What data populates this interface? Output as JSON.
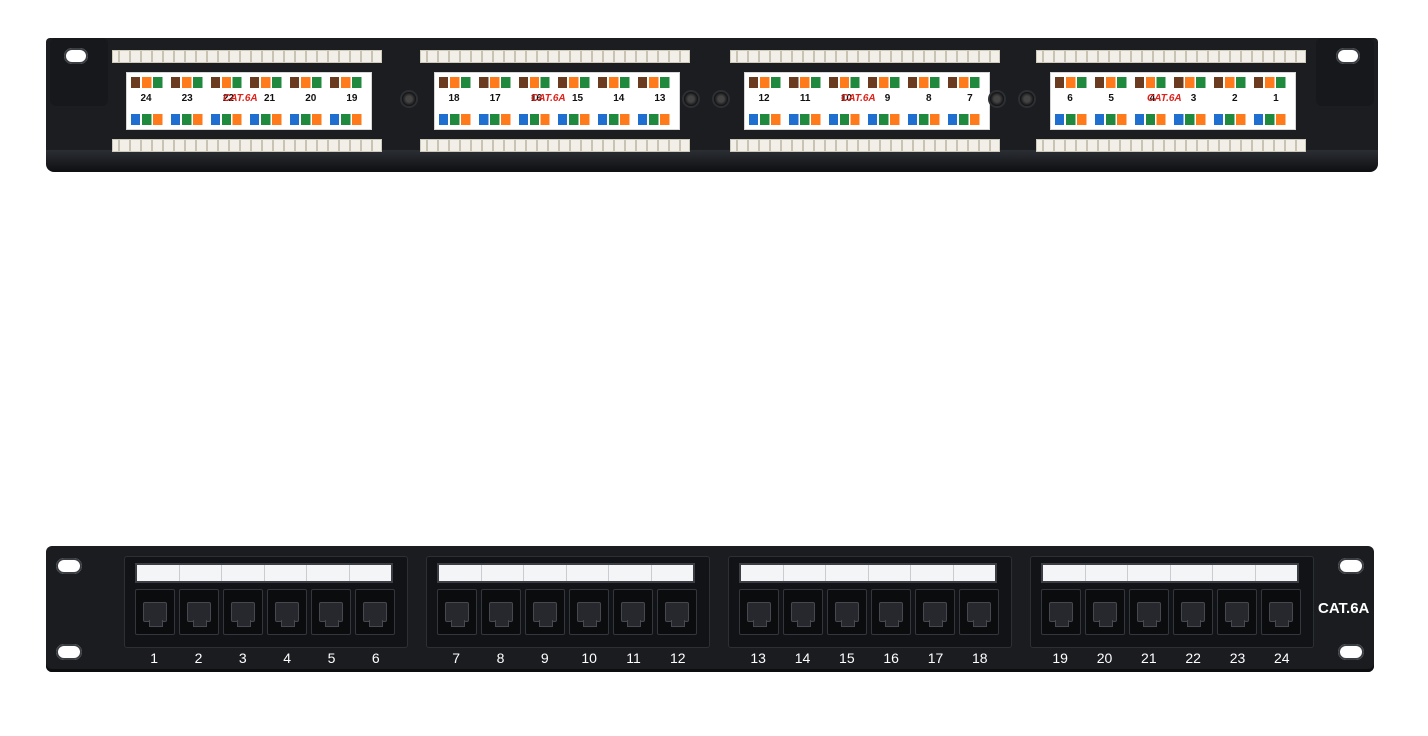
{
  "back_panel": {
    "blocks": [
      {
        "ports": [
          "24",
          "23",
          "22",
          "21",
          "20",
          "19"
        ],
        "tag": "CAT.6A"
      },
      {
        "ports": [
          "18",
          "17",
          "16",
          "15",
          "14",
          "13"
        ],
        "tag": "CAT.6A"
      },
      {
        "ports": [
          "12",
          "11",
          "10",
          "9",
          "8",
          "7"
        ],
        "tag": "CAT.6A"
      },
      {
        "ports": [
          "6",
          "5",
          "4",
          "3",
          "2",
          "1"
        ],
        "tag": "CAT.6A"
      }
    ]
  },
  "front_panel": {
    "blocks": [
      {
        "ports": [
          "1",
          "2",
          "3",
          "4",
          "5",
          "6"
        ]
      },
      {
        "ports": [
          "7",
          "8",
          "9",
          "10",
          "11",
          "12"
        ]
      },
      {
        "ports": [
          "13",
          "14",
          "15",
          "16",
          "17",
          "18"
        ]
      },
      {
        "ports": [
          "19",
          "20",
          "21",
          "22",
          "23",
          "24"
        ]
      }
    ],
    "badge": "CAT.6A"
  },
  "colors": {
    "panel": "#1a1c20",
    "cat_tag": "#e0221a",
    "wire_brown": "#6b3b1f",
    "wire_orange": "#ff7a1a",
    "wire_green": "#1f8a3d",
    "wire_blue": "#1f6fd1"
  }
}
